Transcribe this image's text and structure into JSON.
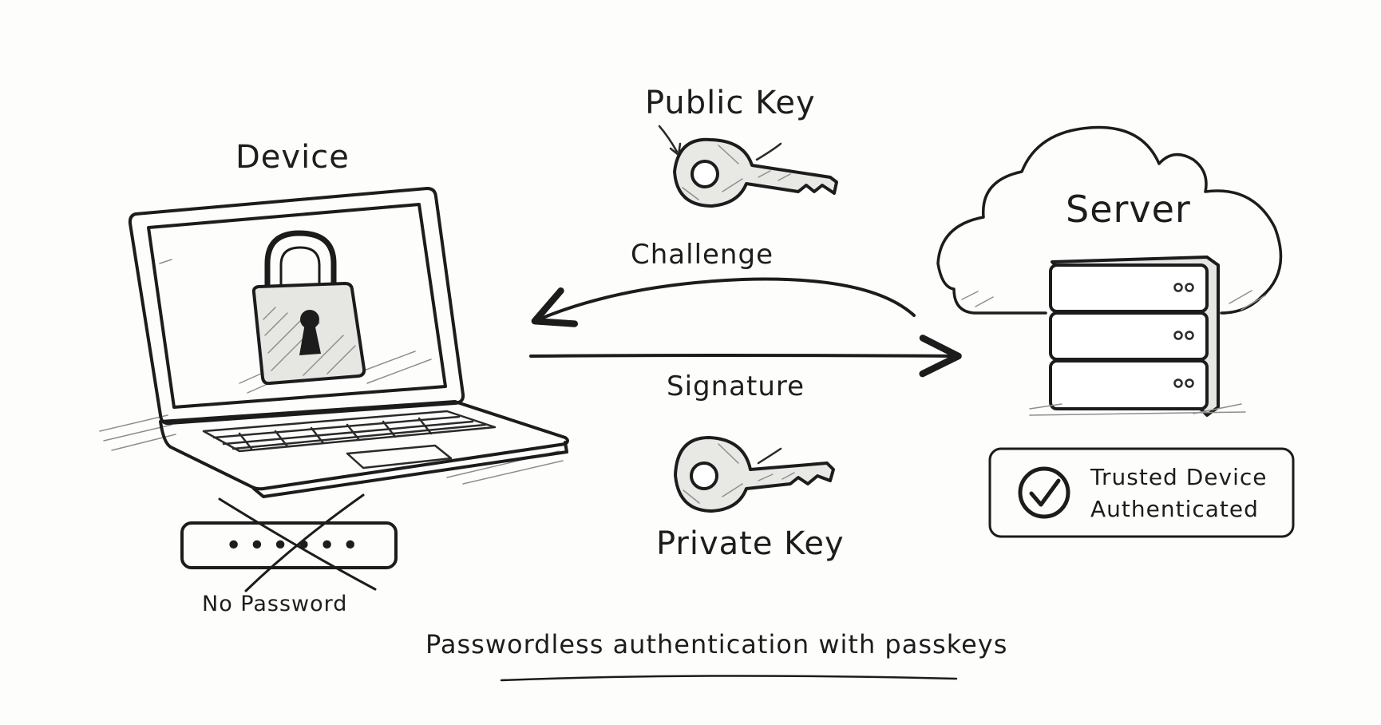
{
  "labels": {
    "device": "Device",
    "server": "Server",
    "public_key": "Public Key",
    "private_key": "Private Key",
    "challenge": "Challenge",
    "signature": "Signature",
    "no_password": "No Password",
    "password_dots": "••••••",
    "trusted_line1": "Trusted Device",
    "trusted_line2": "Authenticated",
    "caption": "Passwordless authentication with passkeys"
  },
  "icons": {
    "laptop": "laptop-icon",
    "padlock": "padlock-icon",
    "public_key": "key-icon",
    "private_key": "key-icon",
    "cloud": "cloud-icon",
    "server_rack": "server-icon",
    "check": "checkmark-icon",
    "cross": "cross-out-icon"
  },
  "colors": {
    "ink": "#1c1c1c",
    "background": "#fdfdfc"
  }
}
